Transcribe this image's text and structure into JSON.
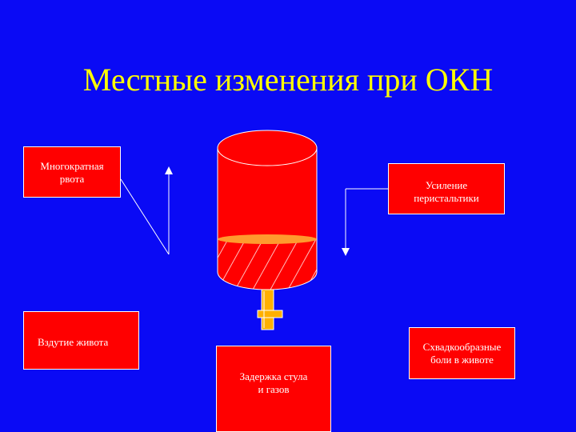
{
  "slide": {
    "title": "Местные изменения при ОКН",
    "colors": {
      "background": "#0a0af5",
      "title": "#ffff00",
      "box_fill": "#ff0000",
      "box_border": "#ffffff",
      "fluid_surface": "#ff9a2e"
    }
  },
  "boxes": {
    "vomit": "Многократная\nрвота",
    "peristalsis": "Усиление\nперистальтики",
    "bloating": "Вздутие живота",
    "retention": "Задержка стула\nи газов",
    "cramps": "Схвадкообразные\nболи в животе"
  },
  "icons": {
    "container": "cylinder-tank-icon",
    "valve": "valve-tap-icon",
    "arrow_up": "arrow-up-icon",
    "arrow_down": "arrow-down-icon"
  }
}
